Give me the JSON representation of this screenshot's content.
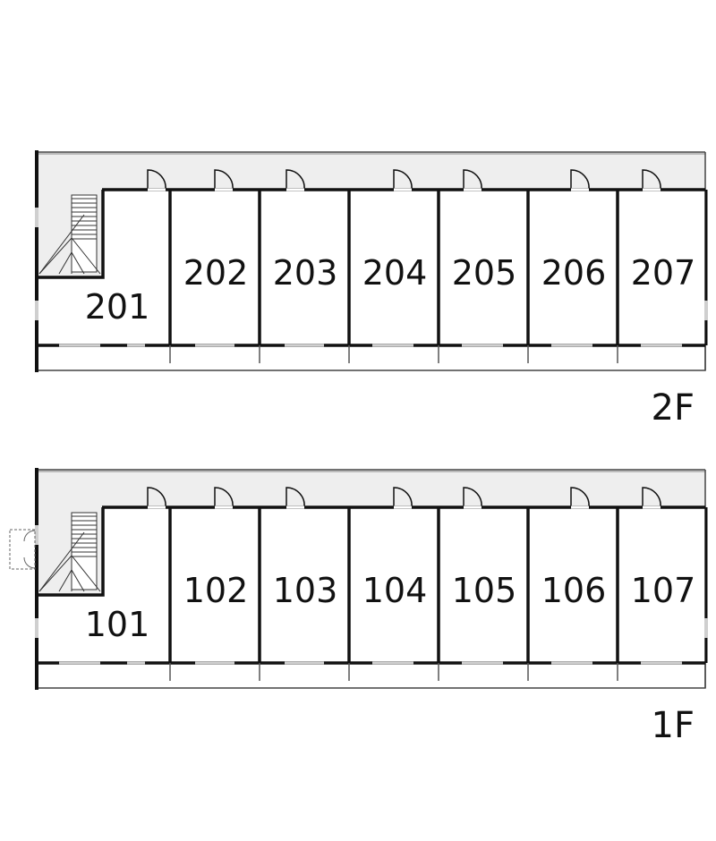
{
  "floors": [
    {
      "label": "2F",
      "units": [
        "201",
        "202",
        "203",
        "204",
        "205",
        "206",
        "207"
      ]
    },
    {
      "label": "1F",
      "units": [
        "101",
        "102",
        "103",
        "104",
        "105",
        "106",
        "107"
      ]
    }
  ],
  "colors": {
    "wall": "#111111",
    "corridor": "#eeeeee",
    "window": "#cfcfcf",
    "background": "#ffffff"
  }
}
